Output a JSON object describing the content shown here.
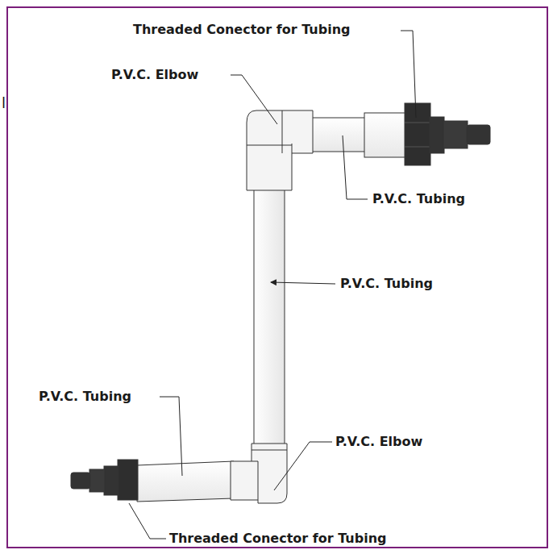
{
  "diagram": {
    "labels": [
      "Threaded Conector for Tubing",
      "P.V.C. Elbow",
      "l",
      "P.V.C. Tubing",
      "P.V.C. Tubing",
      "P.V.C. Tubing",
      "P.V.C. Elbow",
      "Threaded Conector for Tubing"
    ]
  }
}
